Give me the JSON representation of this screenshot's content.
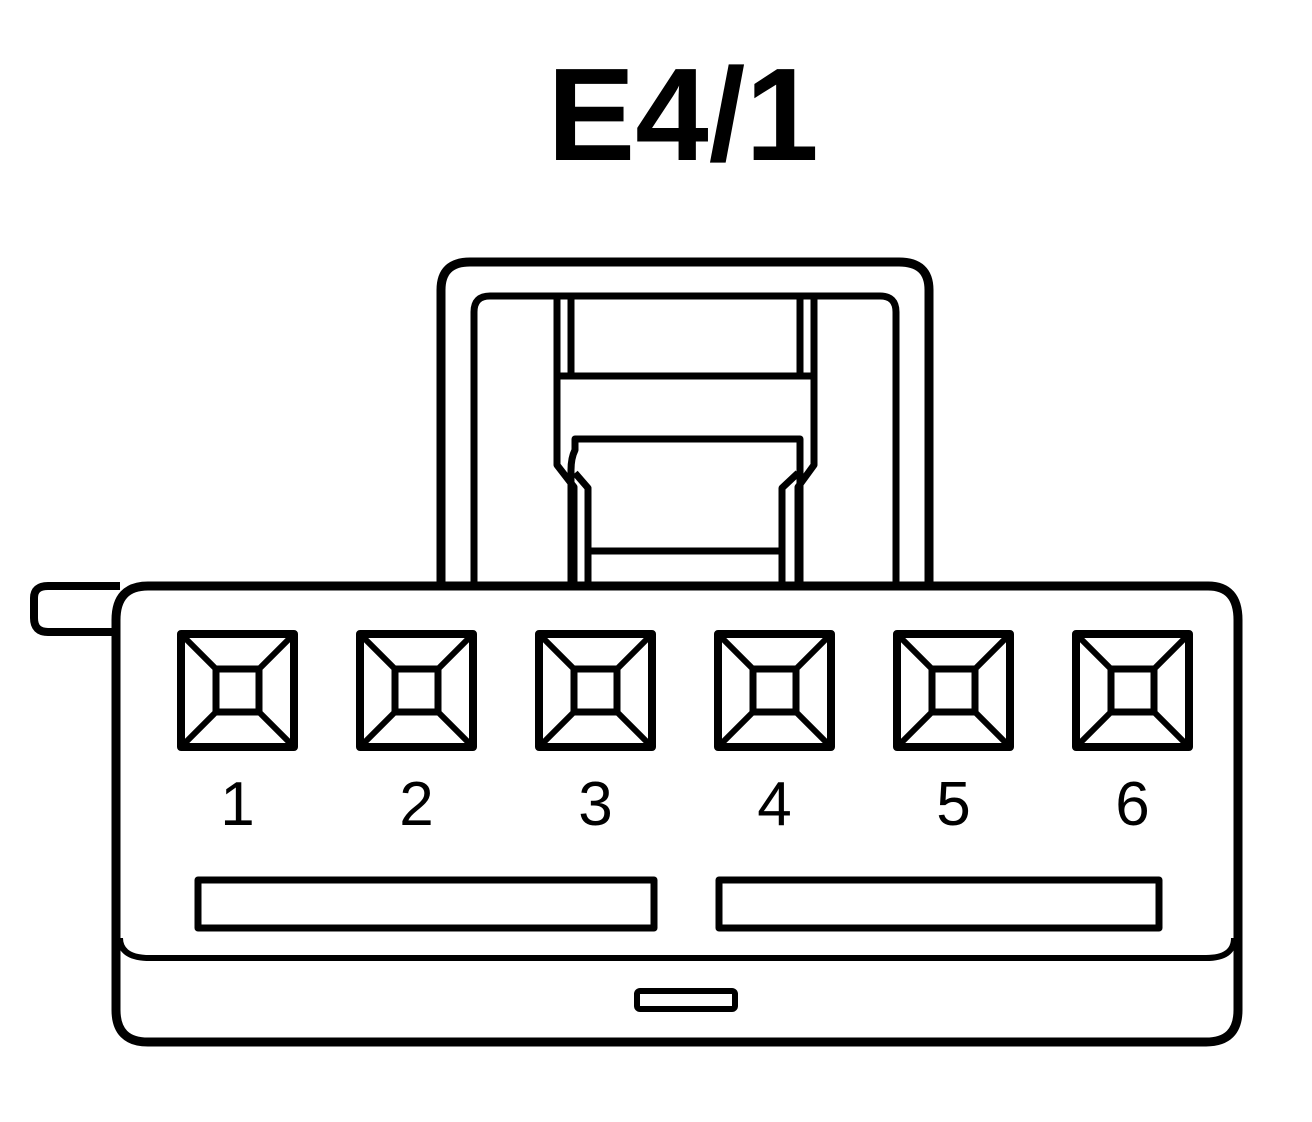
{
  "title": "E4/1",
  "pins": [
    {
      "label": "1"
    },
    {
      "label": "2"
    },
    {
      "label": "3"
    },
    {
      "label": "4"
    },
    {
      "label": "5"
    },
    {
      "label": "6"
    }
  ],
  "colors": {
    "stroke": "#000000",
    "background": "#ffffff"
  }
}
